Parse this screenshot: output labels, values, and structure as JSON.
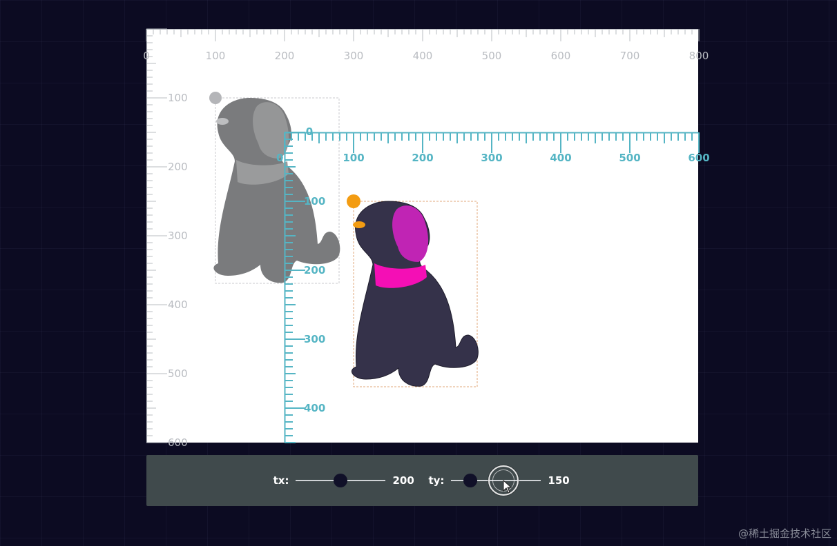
{
  "canvas": {
    "ruler_outer_labels": [
      "0",
      "100",
      "200",
      "300",
      "400",
      "500",
      "600",
      "700",
      "800"
    ],
    "ruler_outer_vertical_labels": [
      "100",
      "200",
      "300",
      "400",
      "500",
      "600"
    ],
    "ruler_transformed_labels": [
      "0",
      "100",
      "200",
      "300",
      "400",
      "500",
      "600"
    ],
    "ruler_transformed_vertical_labels": [
      "0",
      "100",
      "200",
      "300",
      "400"
    ],
    "colors": {
      "outer_ruler": "#b9bcc1",
      "transformed_ruler": "#55b5c4",
      "ghost_dog": "#7a7b7d",
      "dog_body": "#35324a",
      "dog_ear": "#c024b4",
      "dog_collar": "#f40fb5",
      "origin_marker": "#f39c12"
    }
  },
  "controls": {
    "tx": {
      "label": "tx:",
      "value": "200",
      "min": -400,
      "max": 800
    },
    "ty": {
      "label": "ty:",
      "value": "150",
      "min": 0,
      "max": 700
    }
  },
  "watermark": "@稀土掘金技术社区"
}
